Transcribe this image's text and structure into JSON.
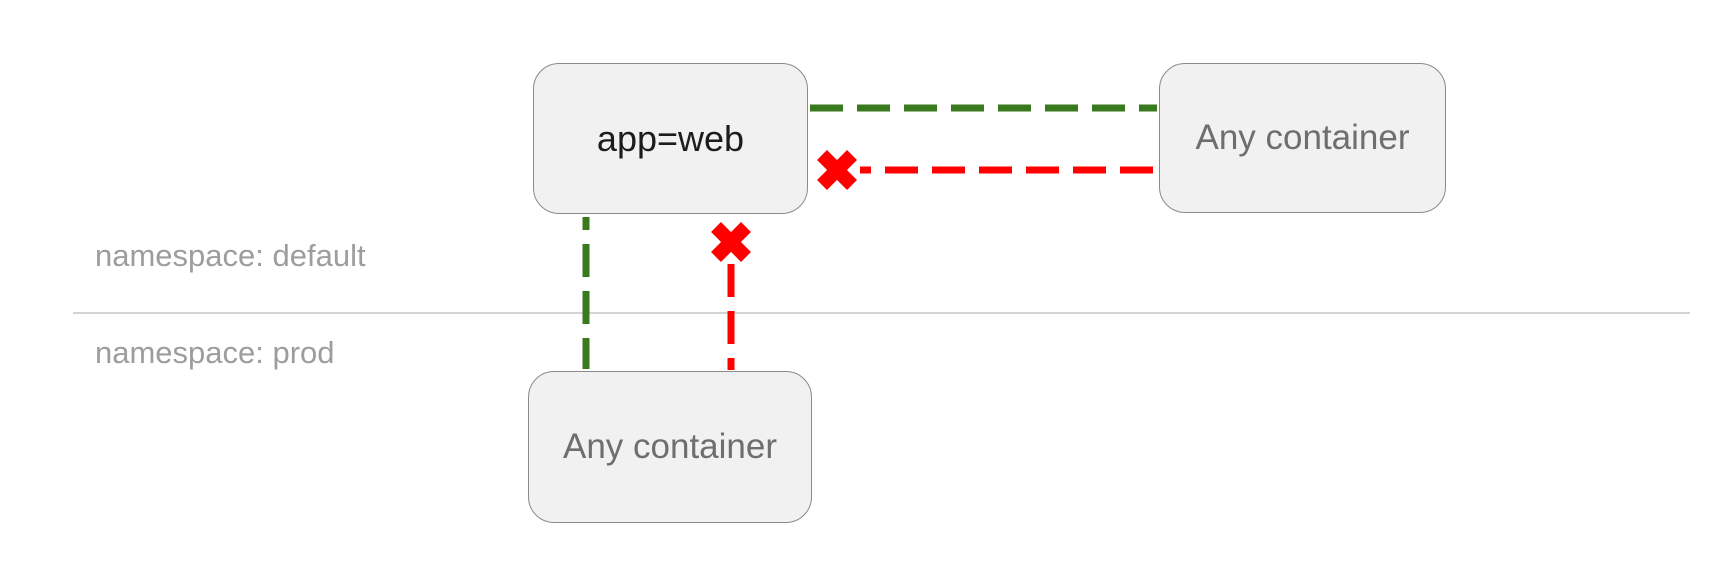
{
  "diagram": {
    "background": "#ffffff",
    "namespaces": [
      {
        "id": "default",
        "label": "namespace: default"
      },
      {
        "id": "prod",
        "label": "namespace: prod"
      }
    ],
    "nodes": [
      {
        "id": "app-web",
        "label": "app=web",
        "namespace": "default"
      },
      {
        "id": "any-container-default",
        "label": "Any container",
        "namespace": "default"
      },
      {
        "id": "any-container-prod",
        "label": "Any container",
        "namespace": "prod"
      }
    ],
    "edges": [
      {
        "from": "app-web",
        "to": "any-container-default",
        "status": "allowed",
        "style": "green-dashed"
      },
      {
        "from": "any-container-default",
        "to": "app-web",
        "status": "blocked",
        "style": "red-dashed-x"
      },
      {
        "from": "app-web",
        "to": "any-container-prod",
        "status": "allowed",
        "style": "green-dashed"
      },
      {
        "from": "any-container-prod",
        "to": "app-web",
        "status": "blocked",
        "style": "red-dashed-x"
      }
    ],
    "colors": {
      "allowed": "#3a7a1e",
      "blocked": "#ff0000",
      "node_fill": "#f1f1f1",
      "node_border": "#8a8a8a",
      "node_text_dark": "#1c1c1c",
      "node_text_gray": "#6e6e6e",
      "namespace_text": "#9d9d9d",
      "divider": "#d4d4d4"
    }
  }
}
